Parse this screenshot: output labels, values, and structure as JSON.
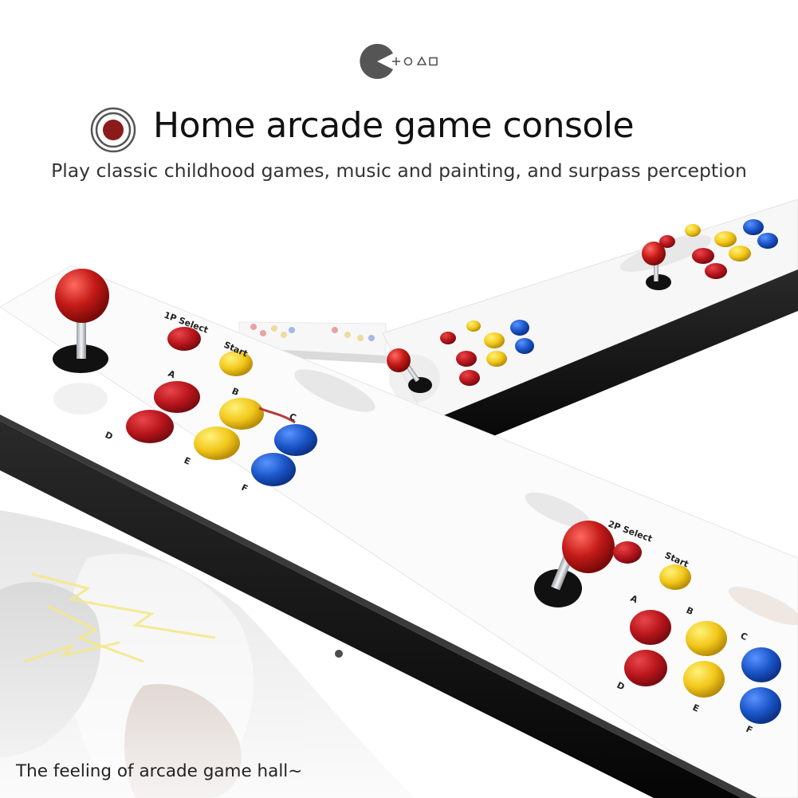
{
  "header": {
    "logo_icon": "pacman-shapes-logo",
    "title_icon": "target-icon",
    "title": "Home arcade game console",
    "subtitle": "Play classic childhood games, music and painting, and surpass perception"
  },
  "console": {
    "p1_labels": {
      "select": "1P Select",
      "start": "Start"
    },
    "p2_labels": {
      "select": "2P Select",
      "start": "Start"
    },
    "button_labels": [
      "A",
      "B",
      "C",
      "D",
      "E",
      "F"
    ]
  },
  "footer": {
    "tagline": "The feeling of arcade game hall~"
  },
  "colors": {
    "red": "#b8151c",
    "yellow": "#f2c71a",
    "blue": "#1a55c8",
    "frame": "#141414",
    "title_icon": "#8b1a1a"
  }
}
